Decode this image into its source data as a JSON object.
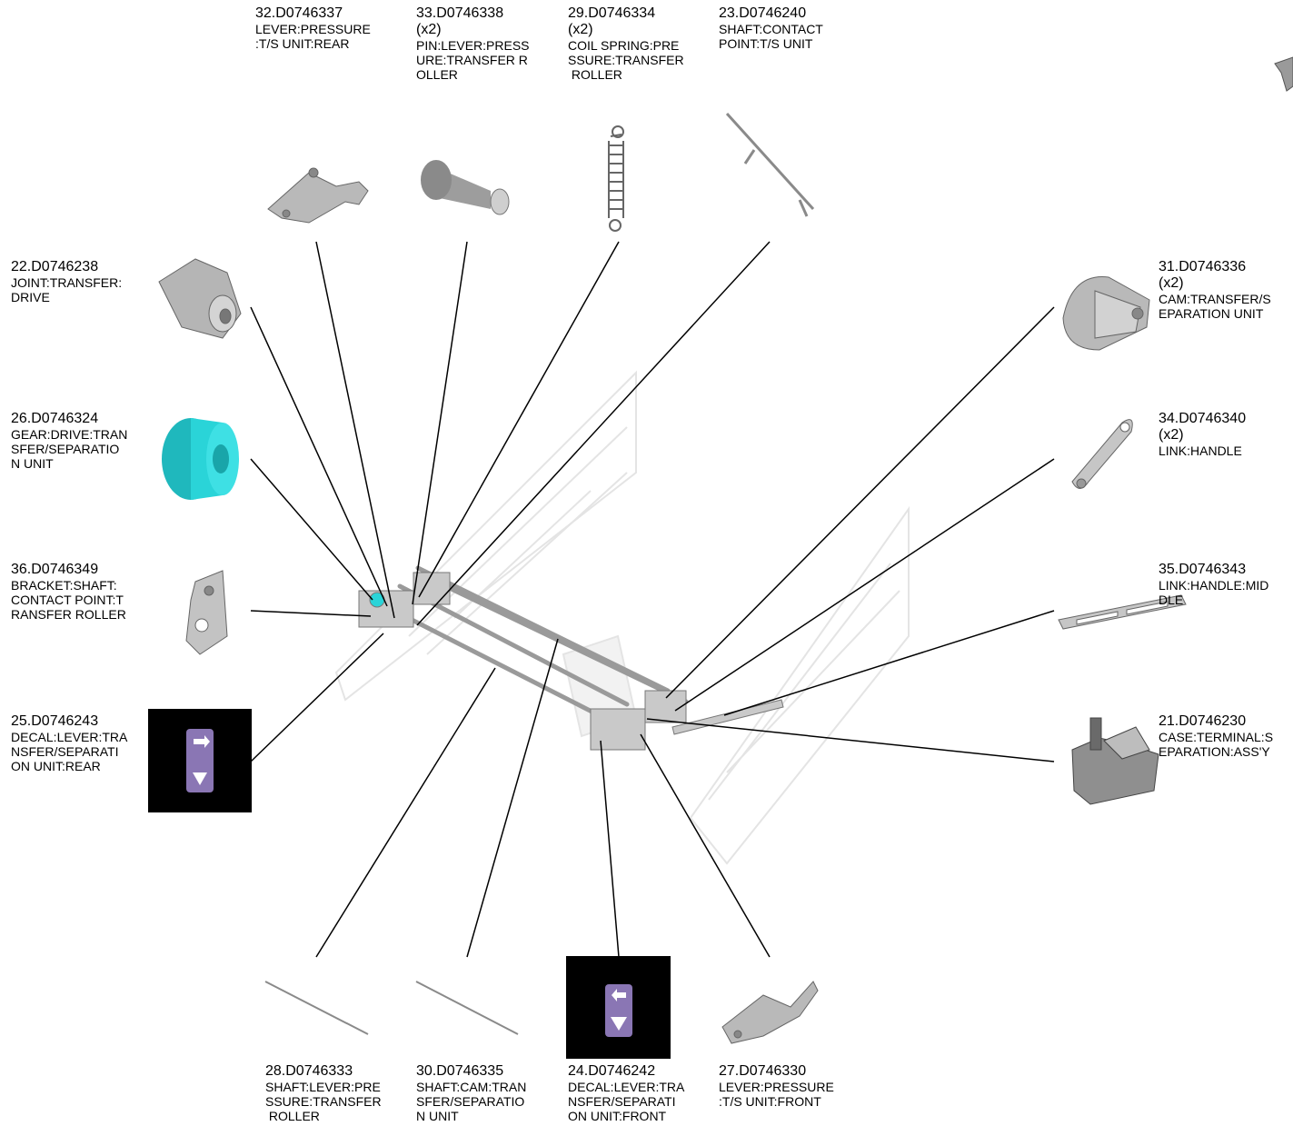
{
  "parts": [
    {
      "id": "p32",
      "number": "32.D0746337",
      "qty": "",
      "desc": [
        "LEVER:PRESSURE",
        ":T/S UNIT:REAR"
      ]
    },
    {
      "id": "p33",
      "number": "33.D0746338",
      "qty": "(x2)",
      "desc": [
        "PIN:LEVER:PRESS",
        "URE:TRANSFER R",
        "OLLER"
      ]
    },
    {
      "id": "p29",
      "number": "29.D0746334",
      "qty": "(x2)",
      "desc": [
        "COIL SPRING:PRE",
        "SSURE:TRANSFER",
        " ROLLER"
      ]
    },
    {
      "id": "p23",
      "number": "23.D0746240",
      "qty": "",
      "desc": [
        "SHAFT:CONTACT",
        "POINT:T/S UNIT"
      ]
    },
    {
      "id": "p22",
      "number": "22.D0746238",
      "qty": "",
      "desc": [
        "JOINT:TRANSFER:",
        "DRIVE"
      ]
    },
    {
      "id": "p26",
      "number": "26.D0746324",
      "qty": "",
      "desc": [
        "GEAR:DRIVE:TRAN",
        "SFER/SEPARATIO",
        "N UNIT"
      ]
    },
    {
      "id": "p36",
      "number": "36.D0746349",
      "qty": "",
      "desc": [
        "BRACKET:SHAFT:",
        "CONTACT POINT:T",
        "RANSFER ROLLER"
      ]
    },
    {
      "id": "p25",
      "number": "25.D0746243",
      "qty": "",
      "desc": [
        "DECAL:LEVER:TRA",
        "NSFER/SEPARATI",
        "ON UNIT:REAR"
      ]
    },
    {
      "id": "p31",
      "number": "31.D0746336",
      "qty": "(x2)",
      "desc": [
        "CAM:TRANSFER/S",
        "EPARATION UNIT"
      ]
    },
    {
      "id": "p34",
      "number": "34.D0746340",
      "qty": "(x2)",
      "desc": [
        "LINK:HANDLE"
      ]
    },
    {
      "id": "p35",
      "number": "35.D0746343",
      "qty": "",
      "desc": [
        "LINK:HANDLE:MID",
        "DLE"
      ]
    },
    {
      "id": "p21",
      "number": "21.D0746230",
      "qty": "",
      "desc": [
        "CASE:TERMINAL:S",
        "EPARATION:ASS'Y"
      ]
    },
    {
      "id": "p28",
      "number": "28.D0746333",
      "qty": "",
      "desc": [
        "SHAFT:LEVER:PRE",
        "SSURE:TRANSFER",
        " ROLLER"
      ]
    },
    {
      "id": "p30",
      "number": "30.D0746335",
      "qty": "",
      "desc": [
        "SHAFT:CAM:TRAN",
        "SFER/SEPARATIO",
        "N UNIT"
      ]
    },
    {
      "id": "p24",
      "number": "24.D0746242",
      "qty": "",
      "desc": [
        "DECAL:LEVER:TRA",
        "NSFER/SEPARATI",
        "ON UNIT:FRONT"
      ]
    },
    {
      "id": "p27",
      "number": "27.D0746330",
      "qty": "",
      "desc": [
        "LEVER:PRESSURE",
        ":T/S UNIT:FRONT"
      ]
    }
  ],
  "colors": {
    "gear": "#2ad4d8",
    "decal_bg": "#000000",
    "decal_plate": "#8a76b4",
    "part_gray": "#b8b8b8",
    "frame_ghost": "#e6e6e6"
  }
}
